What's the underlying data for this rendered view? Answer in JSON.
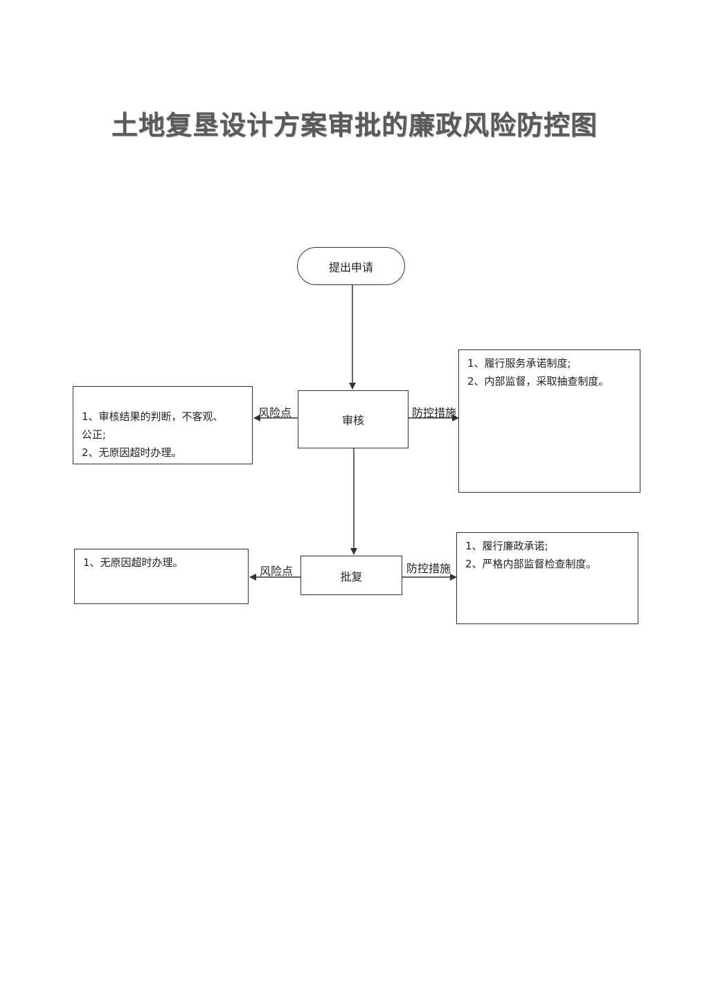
{
  "title": "土地复垦设计方案审批的廉政风险防控图",
  "nodes": {
    "start": "提出申请",
    "review": "审核",
    "approval": "批复"
  },
  "edge_labels": {
    "review_risk": "风险点",
    "review_control": "防控措施",
    "approval_risk": "风险点",
    "approval_control": "防控措施"
  },
  "notes": {
    "review_risks": [
      "1、审核结果的判断，不客观、",
      "公正;",
      "2、无原因超时办理。"
    ],
    "review_controls": [
      "1、履行服务承诺制度;",
      "2、内部监督，采取抽查制度。"
    ],
    "approval_risks": [
      "1、无原因超时办理。"
    ],
    "approval_controls": [
      "1、履行廉政承诺;",
      "2、严格内部监督检查制度。"
    ]
  }
}
